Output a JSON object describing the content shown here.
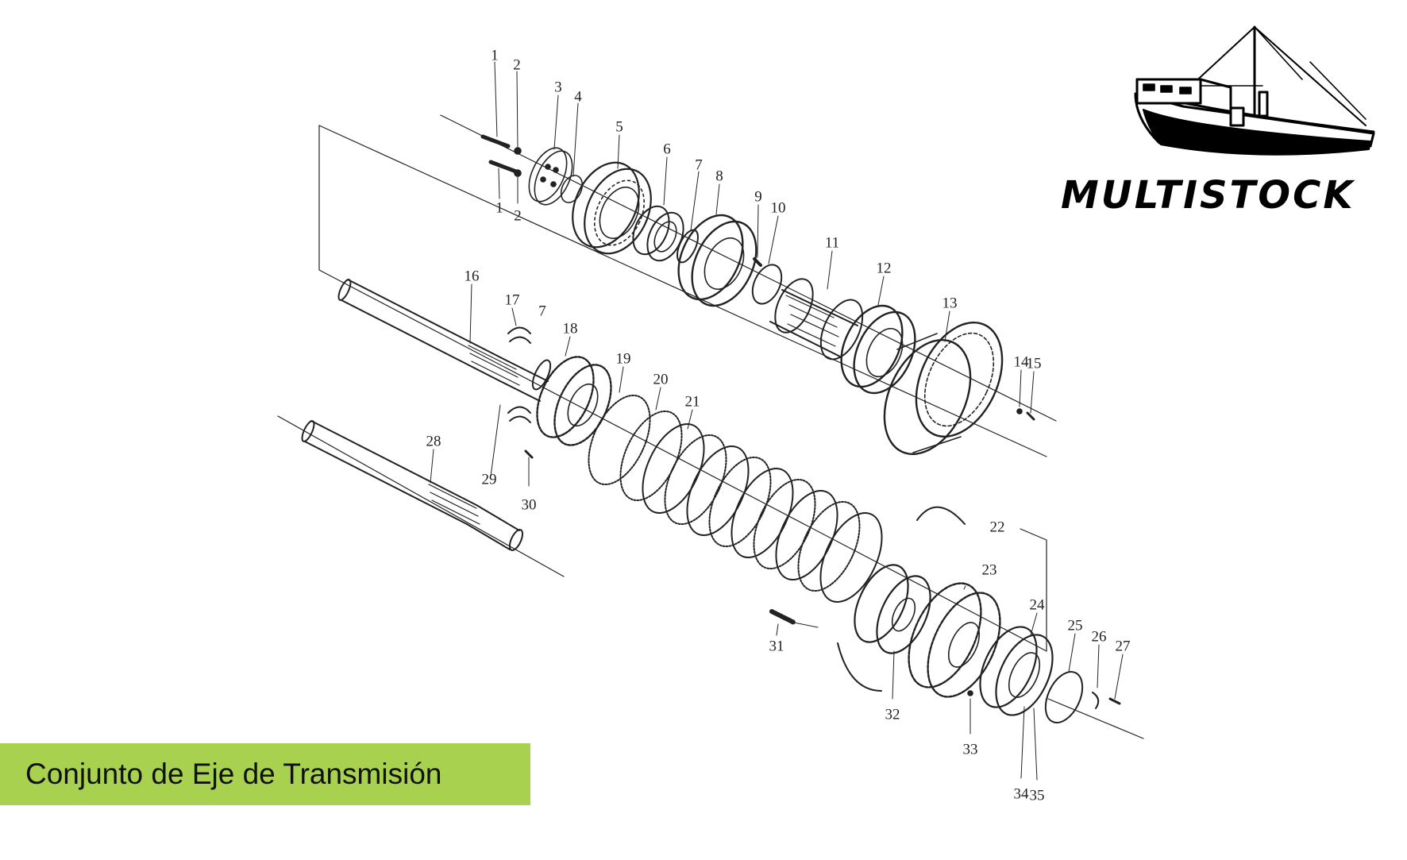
{
  "caption": {
    "text": "Conjunto de Eje de Transmisión",
    "background": "#a8d14f"
  },
  "logo": {
    "brand": "MULTISTOCK",
    "icon": "fishing-boat-icon"
  },
  "colors": {
    "ink": "#222222",
    "caption_bg": "#a8d14f"
  },
  "callouts": [
    "1",
    "2",
    "3",
    "4",
    "5",
    "6",
    "7",
    "8",
    "9",
    "10",
    "11",
    "12",
    "13",
    "14",
    "15",
    "16",
    "17",
    "7",
    "18",
    "19",
    "20",
    "21",
    "22",
    "23",
    "24",
    "25",
    "26",
    "27",
    "28",
    "29",
    "30",
    "31",
    "32",
    "33",
    "34",
    "35",
    "1",
    "2"
  ]
}
